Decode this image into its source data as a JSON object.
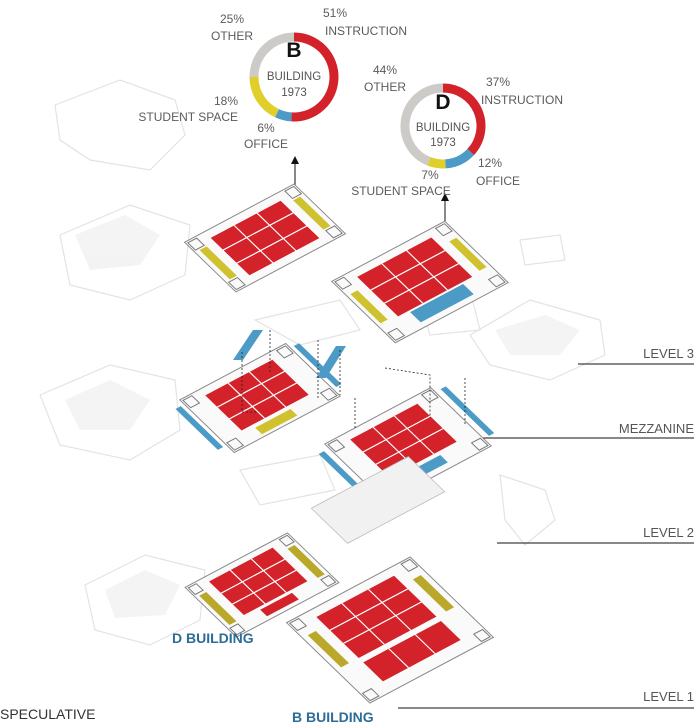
{
  "colors": {
    "instruction": "#d3222a",
    "office": "#4c9ac6",
    "student_space": "#e0cf2a",
    "other": "#cdcbc8",
    "building_label": "#2c6d98",
    "ghost": "#e6e6e6"
  },
  "rings": [
    {
      "letter": "B",
      "word": "BUILDING",
      "year": "1973",
      "segments": [
        {
          "key": "instruction",
          "pct": "51%",
          "name": "INSTRUCTION",
          "value": 51
        },
        {
          "key": "office",
          "pct": "6%",
          "name": "OFFICE",
          "value": 6
        },
        {
          "key": "student_space",
          "pct": "18%",
          "name": "STUDENT SPACE",
          "value": 18
        },
        {
          "key": "other",
          "pct": "25%",
          "name": "OTHER",
          "value": 25
        }
      ]
    },
    {
      "letter": "D",
      "word": "BUILDING",
      "year": "1973",
      "segments": [
        {
          "key": "instruction",
          "pct": "37%",
          "name": "INSTRUCTION",
          "value": 37
        },
        {
          "key": "office",
          "pct": "12%",
          "name": "OFFICE",
          "value": 12
        },
        {
          "key": "student_space",
          "pct": "7%",
          "name": "STUDENT SPACE",
          "value": 7
        },
        {
          "key": "other",
          "pct": "44%",
          "name": "OTHER",
          "value": 44
        }
      ]
    }
  ],
  "levels": [
    "LEVEL 3",
    "MEZZANINE",
    "LEVEL 2",
    "LEVEL 1"
  ],
  "buildings": {
    "d": "D BUILDING",
    "b": "B BUILDING"
  },
  "footer": {
    "speculative": "SPECULATIVE"
  }
}
